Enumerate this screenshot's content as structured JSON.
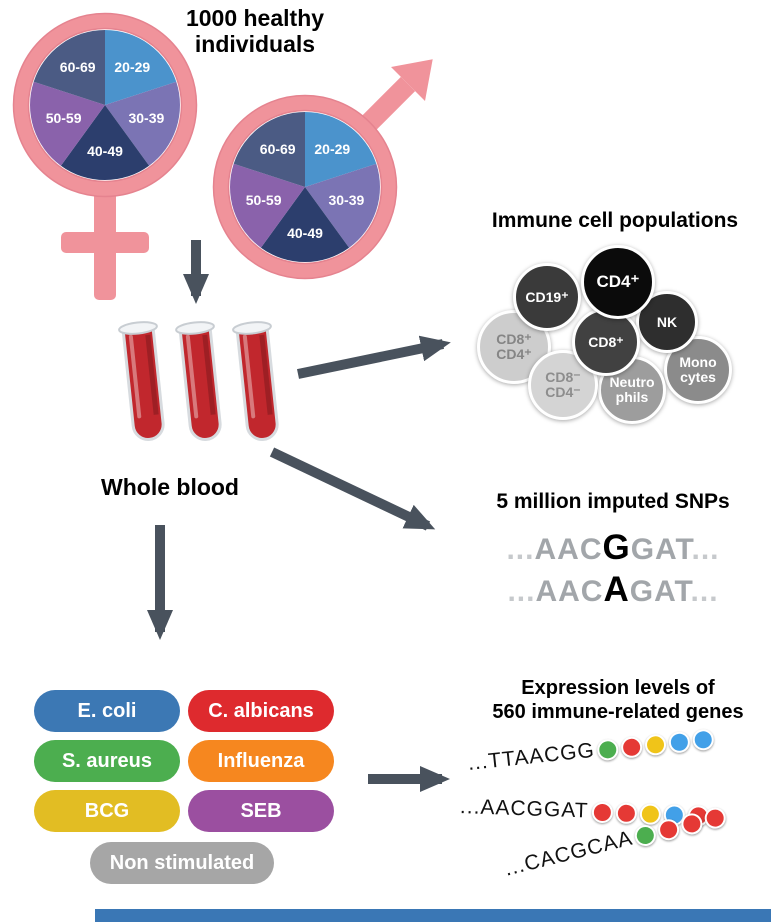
{
  "header": {
    "line1": "1000 healthy",
    "line2": "individuals"
  },
  "demographics": {
    "age_groups": [
      "20-29",
      "30-39",
      "40-49",
      "50-59",
      "60-69"
    ],
    "segment_colors": [
      "#4b93cc",
      "#7b74b4",
      "#2c3e6d",
      "#8a62ab",
      "#4b5b84"
    ],
    "symbol_color": "#f0939b",
    "symbol_outline": "#e5838f"
  },
  "whole_blood": {
    "label": "Whole blood",
    "tube_color": "#c1272d"
  },
  "immune": {
    "title": "Immune cell populations",
    "cells": {
      "cd8p_cd4p": {
        "line1": "CD8⁺",
        "line2": "CD4⁺",
        "bg": "#cdcdcd",
        "fg": "#858585"
      },
      "monocytes": {
        "line1": "Mono",
        "line2": "cytes",
        "bg": "#8b8b8b",
        "fg": "#ffffff"
      },
      "neutrophils": {
        "line1": "Neutro",
        "line2": "phils",
        "bg": "#9d9d9d",
        "fg": "#ffffff"
      },
      "cd8n_cd4n": {
        "line1": "CD8⁻",
        "line2": "CD4⁻",
        "bg": "#d4d4d4",
        "fg": "#8d8d8d"
      },
      "nk": {
        "line1": "NK",
        "bg": "#2e2e2e",
        "fg": "#ffffff"
      },
      "cd19": {
        "line1": "CD19⁺",
        "bg": "#3a3a3a",
        "fg": "#ffffff"
      },
      "cd8": {
        "line1": "CD8⁺",
        "bg": "#414141",
        "fg": "#ffffff"
      },
      "cd4": {
        "line1": "CD4⁺",
        "bg": "#0b0b0b",
        "fg": "#ffffff"
      }
    }
  },
  "snps": {
    "title": "5 million imputed SNPs",
    "sequences": [
      {
        "dots_left": "...",
        "pre": "AAC",
        "allele": "G",
        "post": "GAT",
        "dots_right": "..."
      },
      {
        "dots_left": "...",
        "pre": "AAC",
        "allele": "A",
        "post": "GAT",
        "dots_right": "..."
      }
    ]
  },
  "stimulations": [
    {
      "label": "E. coli",
      "color": "#3c78b4"
    },
    {
      "label": "C. albicans",
      "color": "#de2a2e"
    },
    {
      "label": "S. aureus",
      "color": "#4cae4f"
    },
    {
      "label": "Influenza",
      "color": "#f6871f"
    },
    {
      "label": "BCG",
      "color": "#e2bd23"
    },
    {
      "label": "SEB",
      "color": "#9b4fa0"
    },
    {
      "label": "Non stimulated",
      "color": "#a6a6a6"
    }
  ],
  "expression": {
    "title_line1": "Expression levels of",
    "title_line2": "560 immune-related genes",
    "reads": [
      {
        "seq": "...TTAACGG",
        "beads": [
          "#4cae4f",
          "#e53935",
          "#f0c419",
          "#42a0e8",
          "#42a0e8"
        ]
      },
      {
        "seq": "...AACGGAT",
        "beads": [
          "#e53935",
          "#e53935",
          "#f0c419",
          "#42a0e8",
          "#e53935"
        ]
      },
      {
        "seq": "...CACGCAA",
        "beads": [
          "#4cae4f",
          "#e53935",
          "#e53935",
          "#e53935"
        ]
      }
    ]
  },
  "arrows": {
    "color": "#49525d"
  },
  "footer": {
    "bar_color": "#3a77b5"
  }
}
